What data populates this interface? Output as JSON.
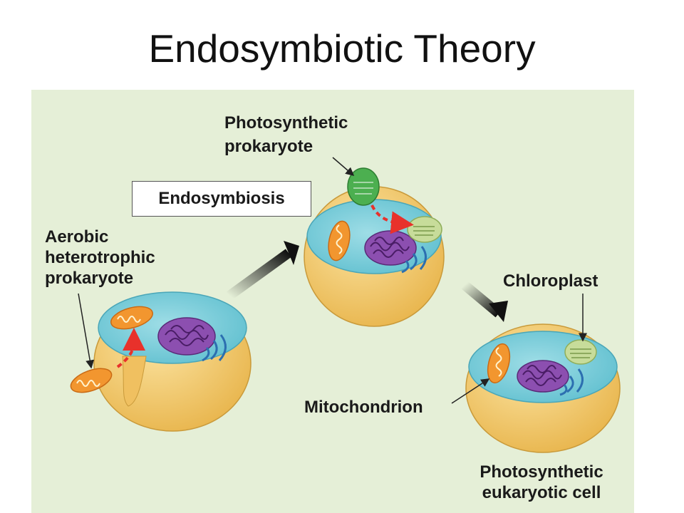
{
  "title": "Endosymbiotic Theory",
  "labels": {
    "photosynthetic_prokaryote": [
      "Photosynthetic",
      "prokaryote"
    ],
    "endosymbiosis": "Endosymbiosis",
    "aerobic_prokaryote": [
      "Aerobic",
      "heterotrophic",
      "prokaryote"
    ],
    "chloroplast": "Chloroplast",
    "mitochondrion": "Mitochondrion",
    "eukaryotic_cell": [
      "Photosynthetic",
      "eukaryotic cell"
    ]
  },
  "colors": {
    "panel": "#e5efd7",
    "cell_shell": "#f3c866",
    "cytoplasm": "#7fcfdc",
    "nucleus": "#7a3f9c",
    "mitochondrion": "#f2962f",
    "chloroplast": "#4caf50",
    "arrow_red": "#e8312b"
  }
}
